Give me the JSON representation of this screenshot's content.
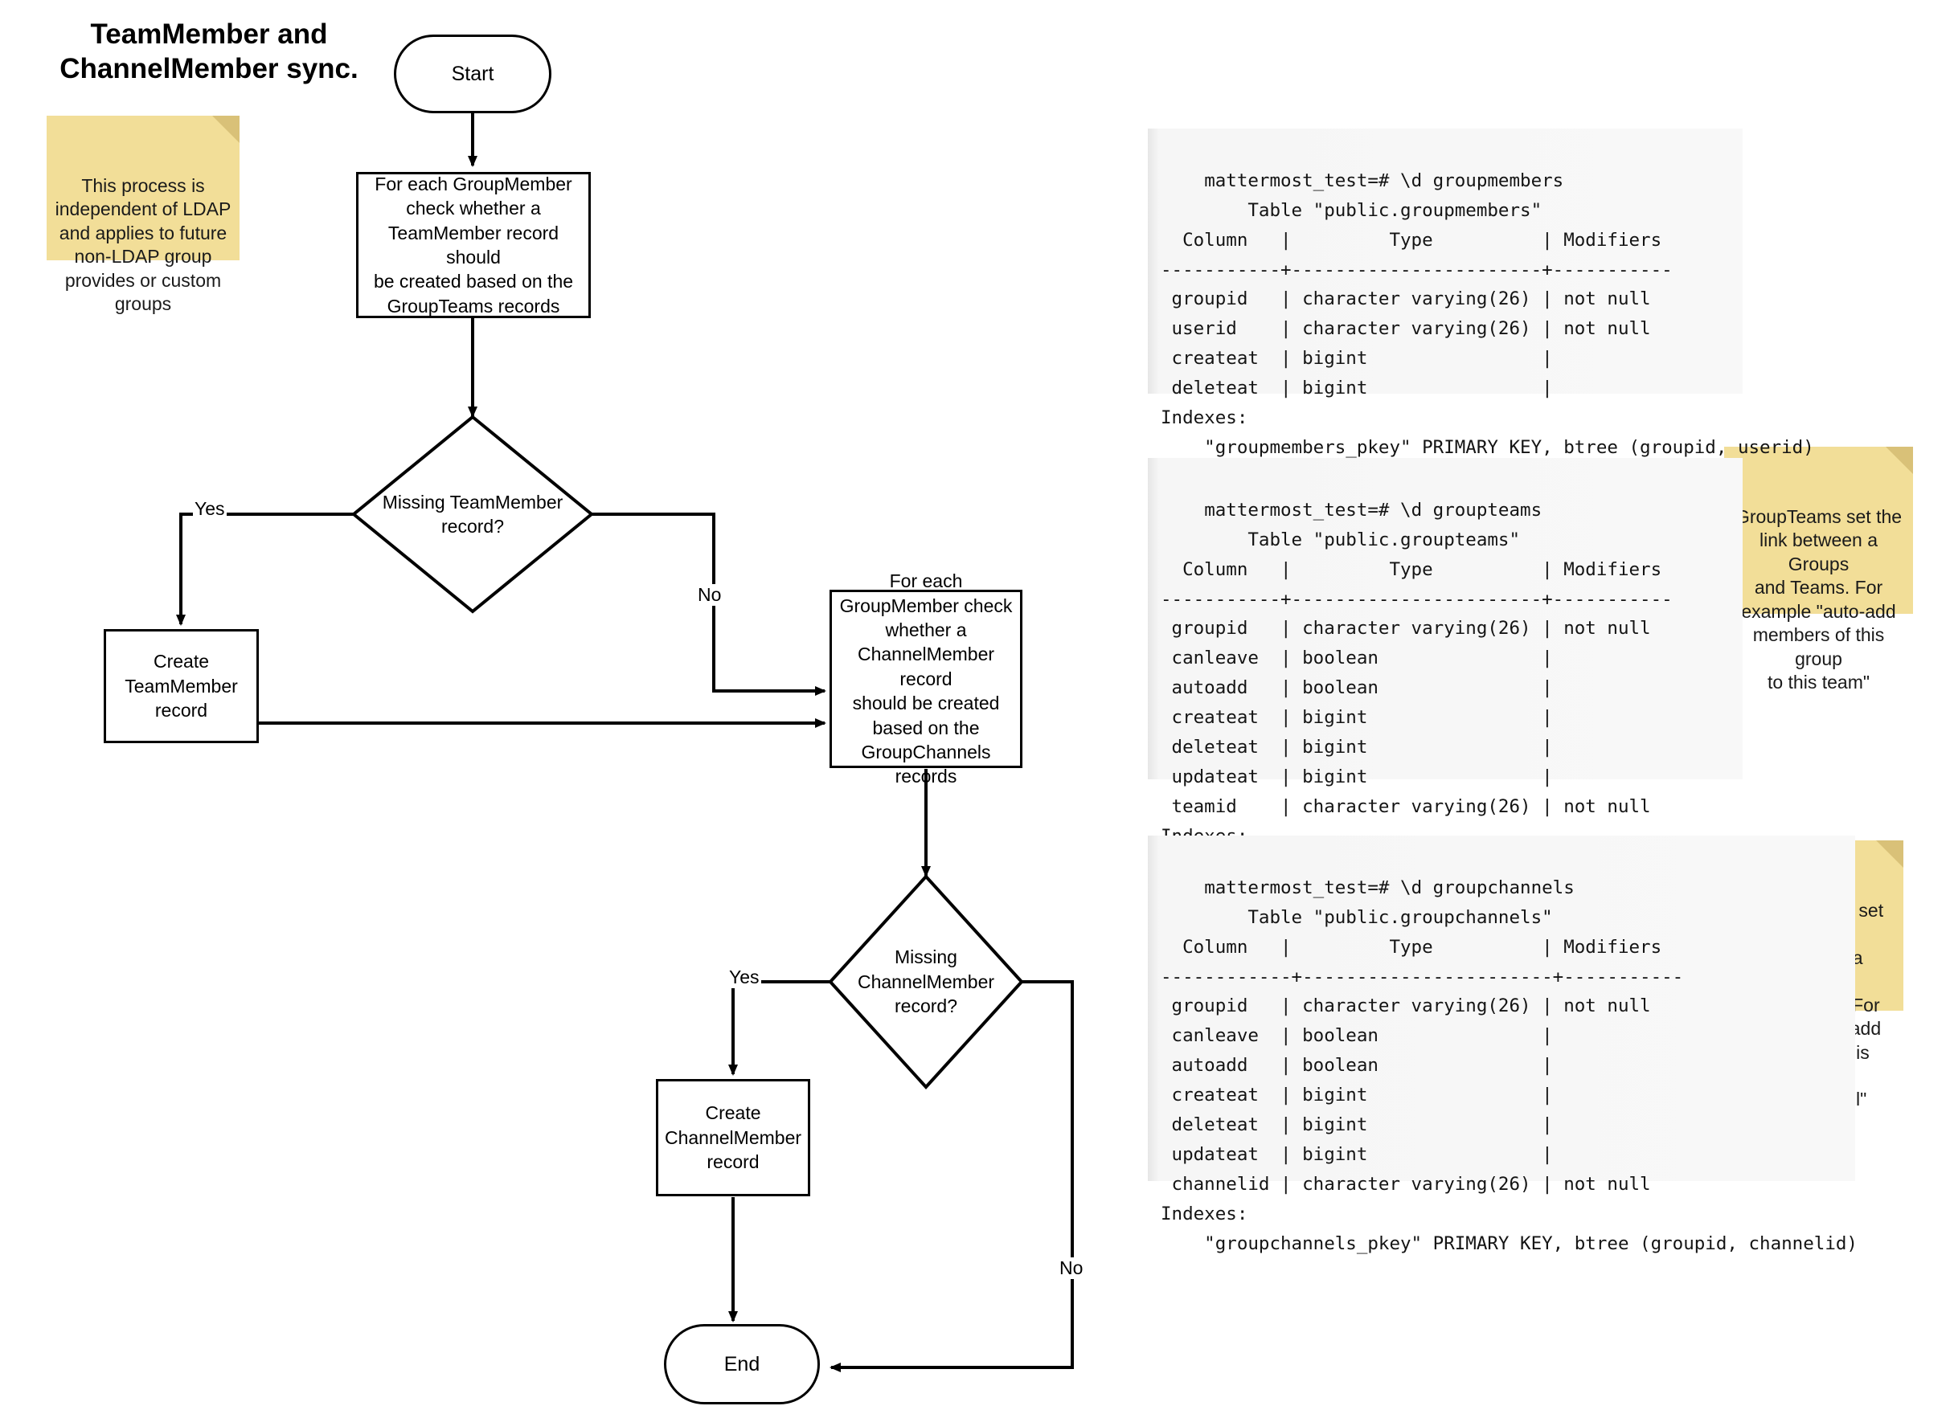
{
  "title": "TeamMember and\nChannelMember sync.",
  "notes": [
    {
      "name": "note-ldap-independence",
      "text": "This process is\nindependent of LDAP\nand applies to future\nnon-LDAP group\nprovides or custom\ngroups"
    },
    {
      "name": "note-groupteams",
      "text": "GroupTeams set the\nlink between a Groups\nand Teams. For\nexample \"auto-add\nmembers of this group\nto this team\""
    },
    {
      "name": "note-groupchannels",
      "text": "GroupChannels set the\nlink between a Groups\nand Channels. For\nexample \"auto-add\nmembers of this group\nto this channel\""
    }
  ],
  "flow": {
    "start": "Start",
    "check_team": "For each GroupMember\ncheck whether a\nTeamMember record should\nbe created based on the\nGroupTeams records",
    "decision_team": "Missing TeamMember\nrecord?",
    "create_team": "Create\nTeamMember\nrecord",
    "check_channel": "For each\nGroupMember check\nwhether a\nChannelMember record\nshould be created\nbased on the\nGroupChannels\nrecords",
    "decision_channel": "Missing\nChannelMember\nrecord?",
    "create_channel": "Create\nChannelMember\nrecord",
    "end": "End",
    "labels": {
      "yes_team": "Yes",
      "no_team": "No",
      "yes_channel": "Yes",
      "no_channel": "No"
    }
  },
  "terminals": [
    {
      "name": "terminal-groupmembers",
      "text": "mattermost_test=# \\d groupmembers\n        Table \"public.groupmembers\"\n  Column   |         Type          | Modifiers\n-----------+-----------------------+-----------\n groupid   | character varying(26) | not null\n userid    | character varying(26) | not null\n createat  | bigint                |\n deleteat  | bigint                |\nIndexes:\n    \"groupmembers_pkey\" PRIMARY KEY, btree (groupid, userid)\n    \"idx_groupmembers_create_at\" btree (createat)"
    },
    {
      "name": "terminal-groupteams",
      "text": "mattermost_test=# \\d groupteams\n        Table \"public.groupteams\"\n  Column   |         Type          | Modifiers\n-----------+-----------------------+-----------\n groupid   | character varying(26) | not null\n canleave  | boolean               |\n autoadd   | boolean               |\n createat  | bigint                |\n deleteat  | bigint                |\n updateat  | bigint                |\n teamid    | character varying(26) | not null\nIndexes:\n    \"groupteams_pkey\" PRIMARY KEY, btree (groupid, teamid)"
    },
    {
      "name": "terminal-groupchannels",
      "text": "mattermost_test=# \\d groupchannels\n        Table \"public.groupchannels\"\n  Column   |         Type          | Modifiers\n------------+-----------------------+-----------\n groupid   | character varying(26) | not null\n canleave  | boolean               |\n autoadd   | boolean               |\n createat  | bigint                |\n deleteat  | bigint                |\n updateat  | bigint                |\n channelid | character varying(26) | not null\nIndexes:\n    \"groupchannels_pkey\" PRIMARY KEY, btree (groupid, channelid)"
    }
  ],
  "colors": {
    "sticky_bg": "#f2de98",
    "sticky_fold": "#d9c178",
    "terminal_bg": "#f7f7f7",
    "stroke": "#000000"
  }
}
